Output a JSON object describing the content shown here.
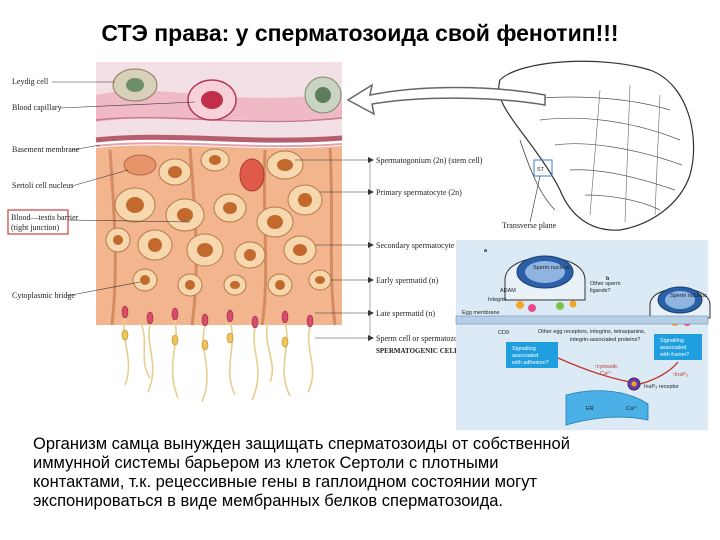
{
  "slide": {
    "title": "СТЭ права: у сперматозоида свой фенотип!!!",
    "caption_lines": [
      "Организм самца вынужден защищать сперматозоиды от собственной",
      "иммунной системы барьером из клеток Сертоли с плотными",
      "контактами, т.к. рецессивные гены в гаплоидном состоянии могут",
      "экспонироваться в виде мембранных белков сперматозоида."
    ]
  },
  "tissue_diagram": {
    "left_labels": {
      "leydig": "Leydig cell",
      "capillary": "Blood capillary",
      "basement": "Basement membrane",
      "sertoli": "Sertoli cell nucleus",
      "barrier_line1": "Blood—testis barrier",
      "barrier_line2": "(tight junction)",
      "cytoplasmic": "Cytoplasmic bridge"
    },
    "right_labels": {
      "spermatogonium": "Spermatogonium (2n) (stem cell)",
      "primary": "Primary spermatocyte (2n)",
      "secondary": "Secondary spermatocyte (n)",
      "early": "Early spermatid (n)",
      "late": "Late spermatid (n)",
      "sperm": "Sperm cell or spermatozoon (n)",
      "group": "SPERMATOGENIC CELLS"
    },
    "colors": {
      "tissue": "#f2b58e",
      "cell": "#f7d7ae",
      "nucleus": "#c26a2e",
      "barrier_box": "#d04040"
    }
  },
  "testis_sketch": {
    "label": "Transverse plane",
    "inset_label": "ST"
  },
  "fusion_diagram": {
    "panel_a": "a",
    "panel_b": "b",
    "sperm_nucleus_a": "Sperm nucleus",
    "sperm_nucleus_b": "Sperm nucleus",
    "adam": "ADAM",
    "integrin": "Integrin",
    "other_sperm_1": "Other sperm",
    "other_sperm_2": "ligands?",
    "egg_membrane": "Egg membrane",
    "cd9": "CD9",
    "other_egg_1": "Other egg receptors, integrins, tetraspanins,",
    "other_egg_2": "integrin-associated proteins?",
    "sig_adh_1": "Signalling",
    "sig_adh_2": "associated",
    "sig_adh_3": "with adhesion?",
    "sig_fus_1": "Signalling",
    "sig_fus_2": "associated",
    "sig_fus_3": "with fusion?",
    "cytosolic_1": "↑cytosolic",
    "cytosolic_2": "Ca²⁺",
    "insp3": "↑InsP₃",
    "insp3_receptor": "InsP₃ receptor",
    "er": "ER",
    "ca": "Ca²⁺",
    "colors": {
      "background": "#dbeaf5",
      "signal_box": "#1f9ee0",
      "sperm": "#2b5fa8",
      "receptor": "#f5a623"
    }
  }
}
